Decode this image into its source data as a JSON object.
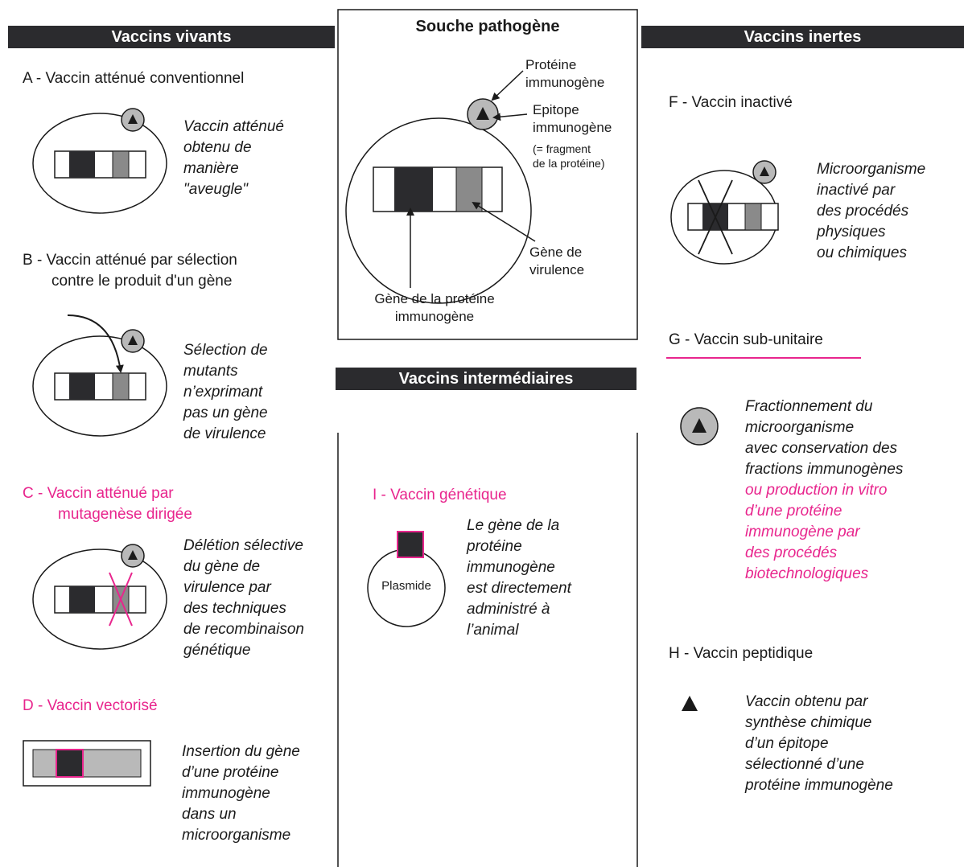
{
  "banners": {
    "live": "Vaccins vivants",
    "inert": "Vaccins inertes",
    "intermediate": "Vaccins intermédiaires"
  },
  "center": {
    "title": "Souche pathogène",
    "protein_label": [
      "Protéine",
      "immunogène"
    ],
    "epitope_label": [
      "Epitope",
      "immunogène"
    ],
    "epitope_note": [
      "(= fragment",
      "de la protéine)"
    ],
    "virulence_gene": [
      "Gène de",
      "virulence"
    ],
    "protein_gene": [
      "Gène de la protéine",
      "immunogène"
    ]
  },
  "sections": {
    "A": {
      "title": "A - Vaccin atténué conventionnel",
      "desc": [
        "Vaccin atténué",
        "obtenu de",
        "manière",
        "\"aveugle\""
      ]
    },
    "B": {
      "title": [
        "B - Vaccin atténué par sélection",
        "contre le produit d'un gène"
      ],
      "desc": [
        "Sélection de",
        "mutants",
        "n’exprimant",
        "pas un gène",
        "de virulence"
      ]
    },
    "C": {
      "title": [
        "C - Vaccin atténué par",
        "mutagenèse dirigée"
      ],
      "desc": [
        "Délétion sélective",
        "du gène de",
        "virulence par",
        "des techniques",
        "de recombinaison",
        "génétique"
      ]
    },
    "D": {
      "title": "D - Vaccin vectorisé",
      "desc": [
        "Insertion du gène",
        "d’une protéine",
        "immunogène",
        "dans un",
        "microorganisme"
      ]
    },
    "F": {
      "title": "F - Vaccin inactivé",
      "desc": [
        "Microorganisme",
        "inactivé par",
        "des procédés",
        "physiques",
        "ou chimiques"
      ]
    },
    "G": {
      "title": "G - Vaccin sub-unitaire",
      "desc": [
        "Fractionnement du",
        "microorganisme",
        "avec conservation des",
        "fractions immunogènes"
      ],
      "desc_pink": [
        "ou production in vitro",
        "d’une protéine",
        "immunogène par",
        "des procédés",
        "biotechnologiques"
      ]
    },
    "H": {
      "title": "H - Vaccin peptidique",
      "desc": [
        "Vaccin obtenu par",
        "synthèse chimique",
        "d’un épitope",
        "sélectionné d’une",
        "protéine immunogène"
      ]
    },
    "I": {
      "title": "I - Vaccin génétique",
      "plasmid": "Plasmide",
      "desc": [
        "Le gène de la",
        "protéine",
        "immunogène",
        "est directement",
        "administré à",
        "l’animal"
      ]
    }
  },
  "colors": {
    "dark": "#2b2b2e",
    "grey": "#8a8a8a",
    "light_grey": "#b9b9b9",
    "accent_pink": "#e8258d"
  }
}
